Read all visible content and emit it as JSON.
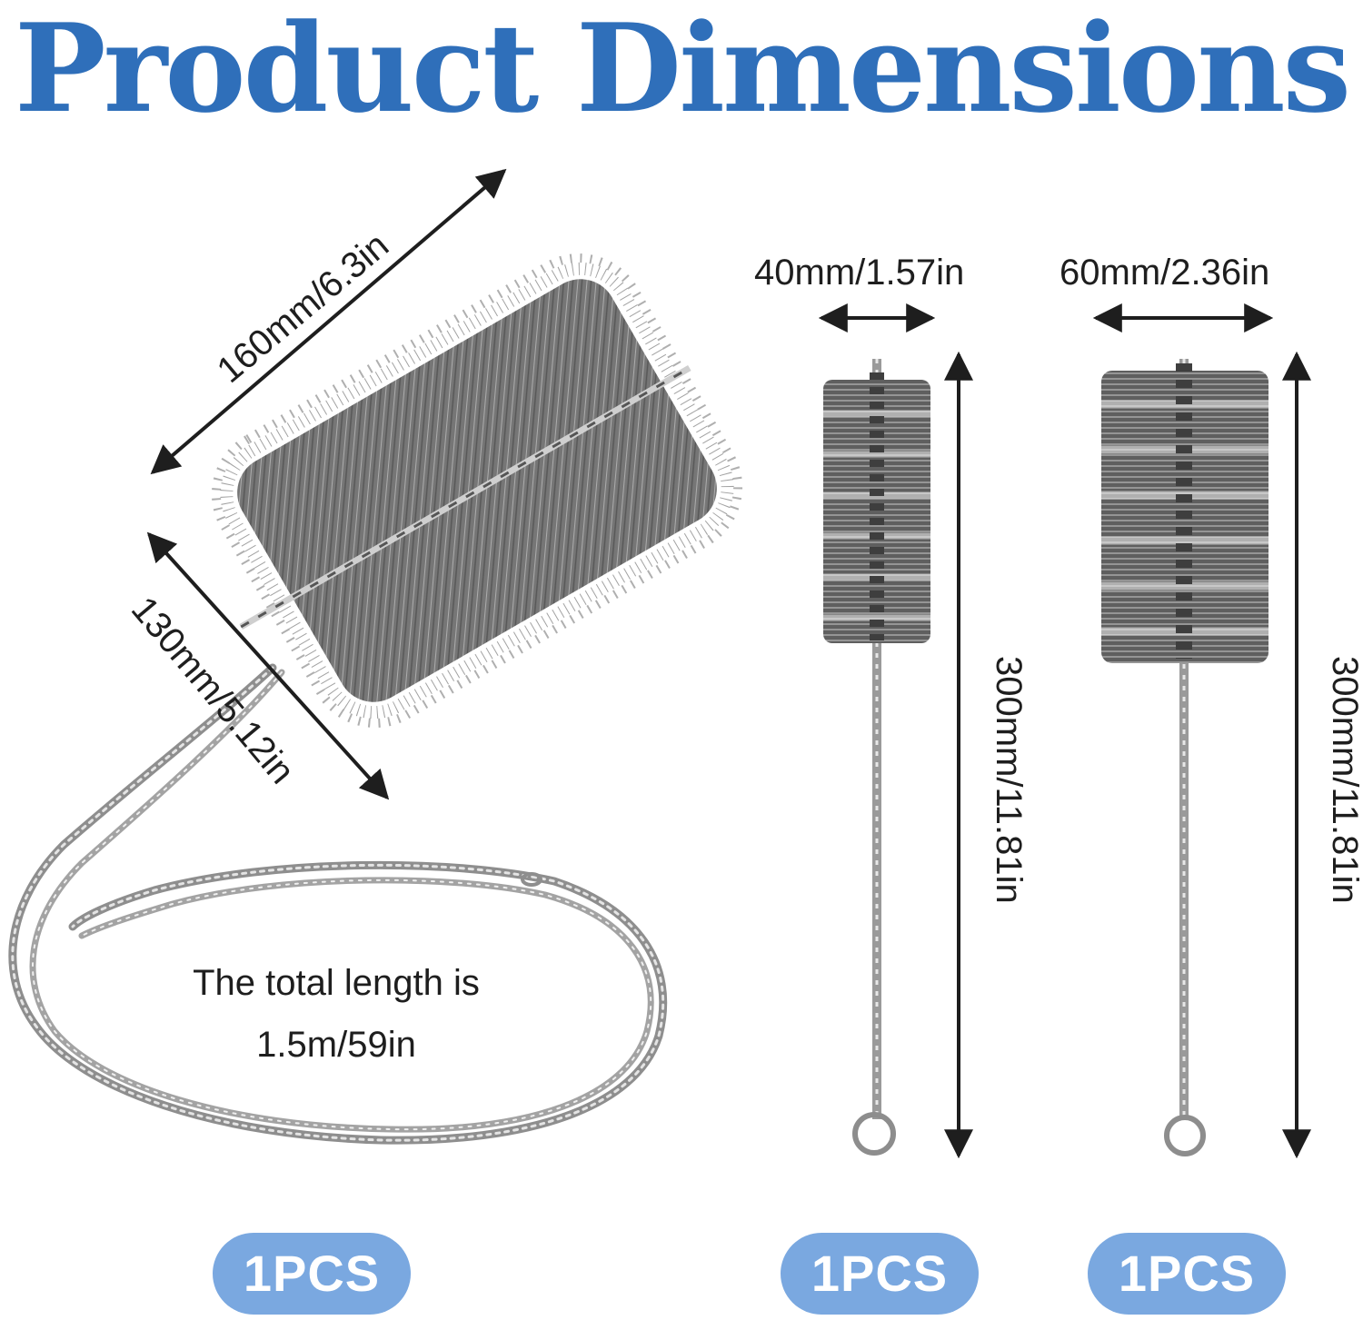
{
  "title": "Product Dimensions",
  "colors": {
    "title": "#2f6fba",
    "pill": "#7aa8e0",
    "text": "#1e1e1e",
    "wire": "#9a9a9a",
    "bristle": "#707070"
  },
  "large_brush": {
    "length_label": "160mm/6.3in",
    "diameter_label": "130mm/5.12in",
    "total_length_line1": "The total length is",
    "total_length_line2": "1.5m/59in",
    "quantity": "1PCS"
  },
  "small_brush": {
    "diameter_label": "40mm/1.57in",
    "length_label": "300mm/11.81in",
    "quantity": "1PCS"
  },
  "medium_brush": {
    "diameter_label": "60mm/2.36in",
    "length_label": "300mm/11.81in",
    "quantity": "1PCS"
  }
}
